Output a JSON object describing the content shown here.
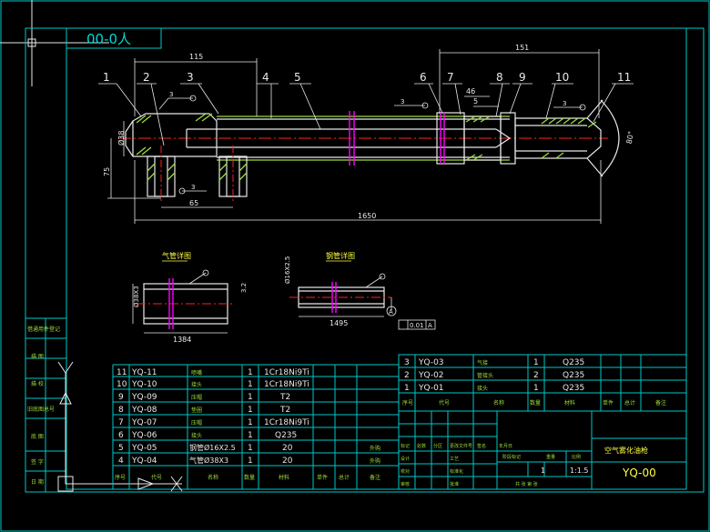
{
  "drawing": {
    "code_box": "00-0人",
    "dims": {
      "d115": "115",
      "d151": "151",
      "d46": "46",
      "d5": "5",
      "d38": "Ø38",
      "d75": "75",
      "d65": "65",
      "d1650": "1650",
      "d80": "80°",
      "d1384": "1384",
      "d1495": "1495",
      "dia_tube": "Ø38X3",
      "dia_small": "Ø16X2.5",
      "weld": "3",
      "roughness": "3.2"
    },
    "balloons": [
      "1",
      "2",
      "3",
      "4",
      "5",
      "6",
      "7",
      "8",
      "9",
      "10",
      "11"
    ],
    "detail_a_title": "气管详图",
    "detail_b_title": "钢管详图",
    "datum": "A",
    "tolerance": "0.01",
    "tolerance_ref": "A"
  },
  "left_strip": {
    "labels": [
      "借通用件登记",
      "描 图",
      "描 校",
      "旧底图总号",
      "底 图",
      "签 字",
      "日 期"
    ]
  },
  "parts_left": {
    "rows": [
      {
        "no": "11",
        "code": "YQ-11",
        "name": "喷嘴",
        "qty": "1",
        "mat": "1Cr18Ni9Ti",
        "note": ""
      },
      {
        "no": "10",
        "code": "YQ-10",
        "name": "接头",
        "qty": "1",
        "mat": "1Cr18Ni9Ti",
        "note": ""
      },
      {
        "no": "9",
        "code": "YQ-09",
        "name": "压帽",
        "qty": "1",
        "mat": "T2",
        "note": ""
      },
      {
        "no": "8",
        "code": "YQ-08",
        "name": "垫圈",
        "qty": "1",
        "mat": "T2",
        "note": ""
      },
      {
        "no": "7",
        "code": "YQ-07",
        "name": "压帽",
        "qty": "1",
        "mat": "1Cr18Ni9Ti",
        "note": ""
      },
      {
        "no": "6",
        "code": "YQ-06",
        "name": "接头",
        "qty": "1",
        "mat": "Q235",
        "note": ""
      },
      {
        "no": "5",
        "code": "YQ-05",
        "name": "钢管Ø16X2.5",
        "qty": "1",
        "mat": "20",
        "note": "外购"
      },
      {
        "no": "4",
        "code": "YQ-04",
        "name": "气管Ø38X3",
        "qty": "1",
        "mat": "20",
        "note": "外购"
      }
    ],
    "footer": [
      "序号",
      "代号",
      "名称",
      "数量",
      "材料",
      "单件",
      "总计",
      "备注"
    ]
  },
  "parts_right": {
    "rows": [
      {
        "no": "3",
        "code": "YQ-03",
        "name": "气接",
        "qty": "1",
        "mat": "Q235"
      },
      {
        "no": "2",
        "code": "YQ-02",
        "name": "管接头",
        "qty": "2",
        "mat": "Q235"
      },
      {
        "no": "1",
        "code": "YQ-01",
        "name": "接头",
        "qty": "1",
        "mat": "Q235"
      }
    ],
    "footer": [
      "序号",
      "代号",
      "名称",
      "数量",
      "材料",
      "单件",
      "总计",
      "备注"
    ]
  },
  "title_block": {
    "drawing_name": "空气雾化油枪",
    "drawing_code": "YQ-00",
    "sheet": "1",
    "scale": "1:1.5",
    "revision_headers": [
      "标记",
      "处数",
      "分区",
      "更改文件号",
      "签名",
      "年月日"
    ],
    "roles": [
      "设计",
      "校对",
      "审核",
      "工艺",
      "标准化",
      "批准"
    ],
    "stage_headers": [
      "阶段标记",
      "重量",
      "比例"
    ],
    "sheet_label": "共 张 第 张"
  }
}
